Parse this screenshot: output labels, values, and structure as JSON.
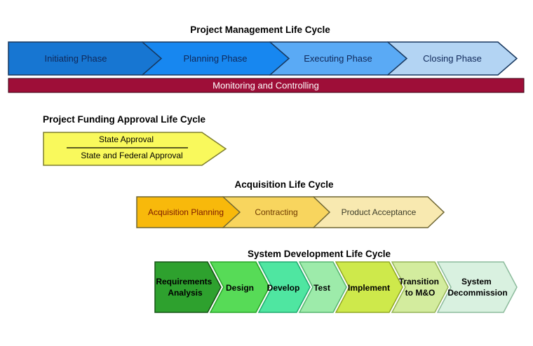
{
  "page": {
    "background": "#FFFFFF"
  },
  "pm_cycle": {
    "title": "Project Management Life Cycle",
    "text_color": "#10295A",
    "border_color": "#17375E",
    "phases": [
      {
        "label": "Initiating Phase",
        "color": "#1776D2"
      },
      {
        "label": "Planning Phase",
        "color": "#1787F0"
      },
      {
        "label": "Executing Phase",
        "color": "#5AAAF5"
      },
      {
        "label": "Closing Phase",
        "color": "#B3D4F3"
      }
    ],
    "monitoring_bar": {
      "label": "Monitoring and Controlling",
      "color": "#9E0E38",
      "border_color": "#3A0313",
      "text_color": "#FFFFFF"
    }
  },
  "funding_cycle": {
    "title": "Project Funding Approval Life Cycle",
    "arrow_color": "#F9F95C",
    "border_color": "#7E7E2F",
    "divider_color": "#000000",
    "text_color": "#000000",
    "top_label": "State Approval",
    "bottom_label": "State and Federal Approval"
  },
  "acquisition_cycle": {
    "title": "Acquisition Life Cycle",
    "border_color": "#6E6633",
    "phases": [
      {
        "label": "Acquisition Planning",
        "color": "#F8B90B",
        "text_color": "#7C1900"
      },
      {
        "label": "Contracting",
        "color": "#F8D55E",
        "text_color": "#6E3A00"
      },
      {
        "label": "Product Acceptance",
        "color": "#F8E9B0",
        "text_color": "#3C3C28"
      }
    ]
  },
  "sdlc": {
    "title": "System Development Life Cycle",
    "text_color": "#000000",
    "phases": [
      {
        "label": "Requirements Analysis",
        "lines": [
          "Requirements",
          "Analysis"
        ],
        "color": "#2EA12E",
        "border_color": "#145214"
      },
      {
        "label": "Design",
        "lines": [
          "Design"
        ],
        "color": "#57DB57",
        "border_color": "#27A527"
      },
      {
        "label": "Develop",
        "lines": [
          "Develop"
        ],
        "color": "#4FE6A1",
        "border_color": "#1FAA6E"
      },
      {
        "label": "Test",
        "lines": [
          "Test"
        ],
        "color": "#9DEBAA",
        "border_color": "#55B56E"
      },
      {
        "label": "Implement",
        "lines": [
          "Implement"
        ],
        "color": "#CEE94B",
        "border_color": "#8FA821"
      },
      {
        "label": "Transition to M&O",
        "lines": [
          "Transition",
          "to M&O"
        ],
        "color": "#D3EC9E",
        "border_color": "#94B456"
      },
      {
        "label": "System Decommission",
        "lines": [
          "System",
          "Decommission"
        ],
        "color": "#D9F1E0",
        "border_color": "#8CBB9C"
      }
    ]
  }
}
